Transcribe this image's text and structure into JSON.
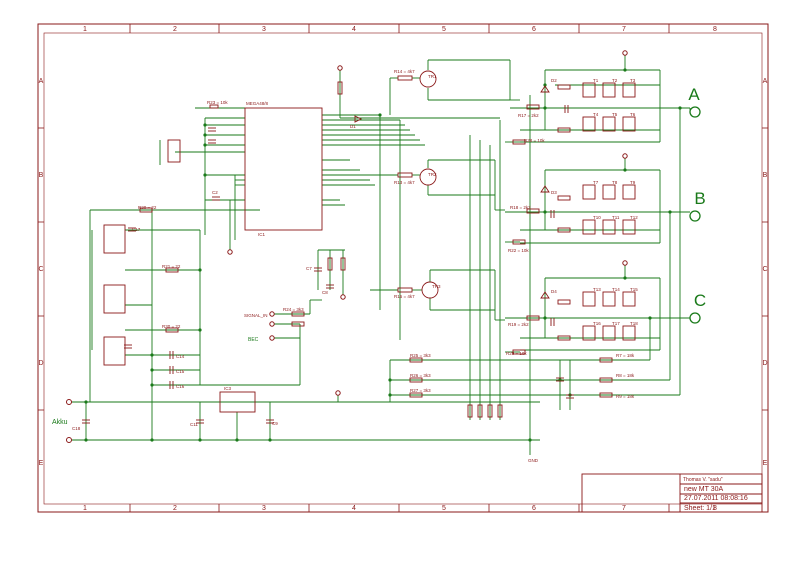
{
  "frame": {
    "columns": [
      "1",
      "2",
      "3",
      "4",
      "5",
      "6",
      "7",
      "8"
    ],
    "rows": [
      "A",
      "B",
      "C",
      "D",
      "E"
    ]
  },
  "title_block": {
    "author": "Thomas V. \"sadu\"",
    "title": "new MT 30A",
    "date": "27.07.2011 08:08:16",
    "sheet": "Sheet: 1/1"
  },
  "phases": [
    "A",
    "B",
    "C"
  ],
  "labels": {
    "akku": "Akku",
    "signal_in": "SIGNAL_IN",
    "bec": "BEC",
    "gnd": "GND",
    "mcu": "MEGA48/8",
    "ic1": "IC1",
    "ic3": "IC3"
  },
  "components": {
    "resistors": [
      "R23 = 10k",
      "R14 = 4k7",
      "R13 = 4k7",
      "R15 = 4k7",
      "R17 = 2k2",
      "R18 = 2k2",
      "R19 = 2k2",
      "R20 = 22",
      "R21 = 22",
      "R30 = 22",
      "R24 = 3k3",
      "R25 = 3k3",
      "R26 = 3k3",
      "R27 = 3k3",
      "R28 = 10k",
      "R22 = 10k",
      "R29 = 10k",
      "R7 = 18k",
      "R8 = 18k",
      "R9 = 18k"
    ],
    "transistors": [
      "TR1",
      "TR2",
      "TR3",
      "T1",
      "T2",
      "T3",
      "T4",
      "T5",
      "T6",
      "T7",
      "T8",
      "T9",
      "T10",
      "T11",
      "T12",
      "T13",
      "T14",
      "T15",
      "T16",
      "T17",
      "T18"
    ],
    "capacitors": [
      "C1",
      "C2",
      "C3",
      "C4",
      "C5",
      "C6",
      "C7",
      "C8",
      "C9",
      "C10",
      "C11",
      "C12",
      "C13",
      "C14",
      "C15",
      "C16",
      "C17",
      "C18"
    ],
    "diodes": [
      "D1",
      "D2",
      "D3",
      "D4"
    ]
  }
}
